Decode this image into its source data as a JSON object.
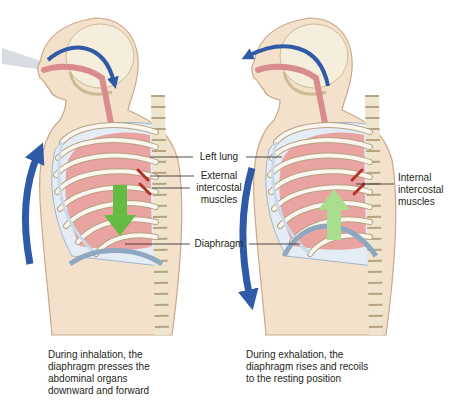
{
  "diagram": {
    "labels": [
      "Left lung",
      "External intercostal muscles",
      "Diaphragm",
      "Internal intercostal muscles",
      "During inhalation, the diaphragm presses the abdominal organs downward and forward",
      "During exhalation, the diaphragm rises and recoils to the resting position"
    ]
  }
}
